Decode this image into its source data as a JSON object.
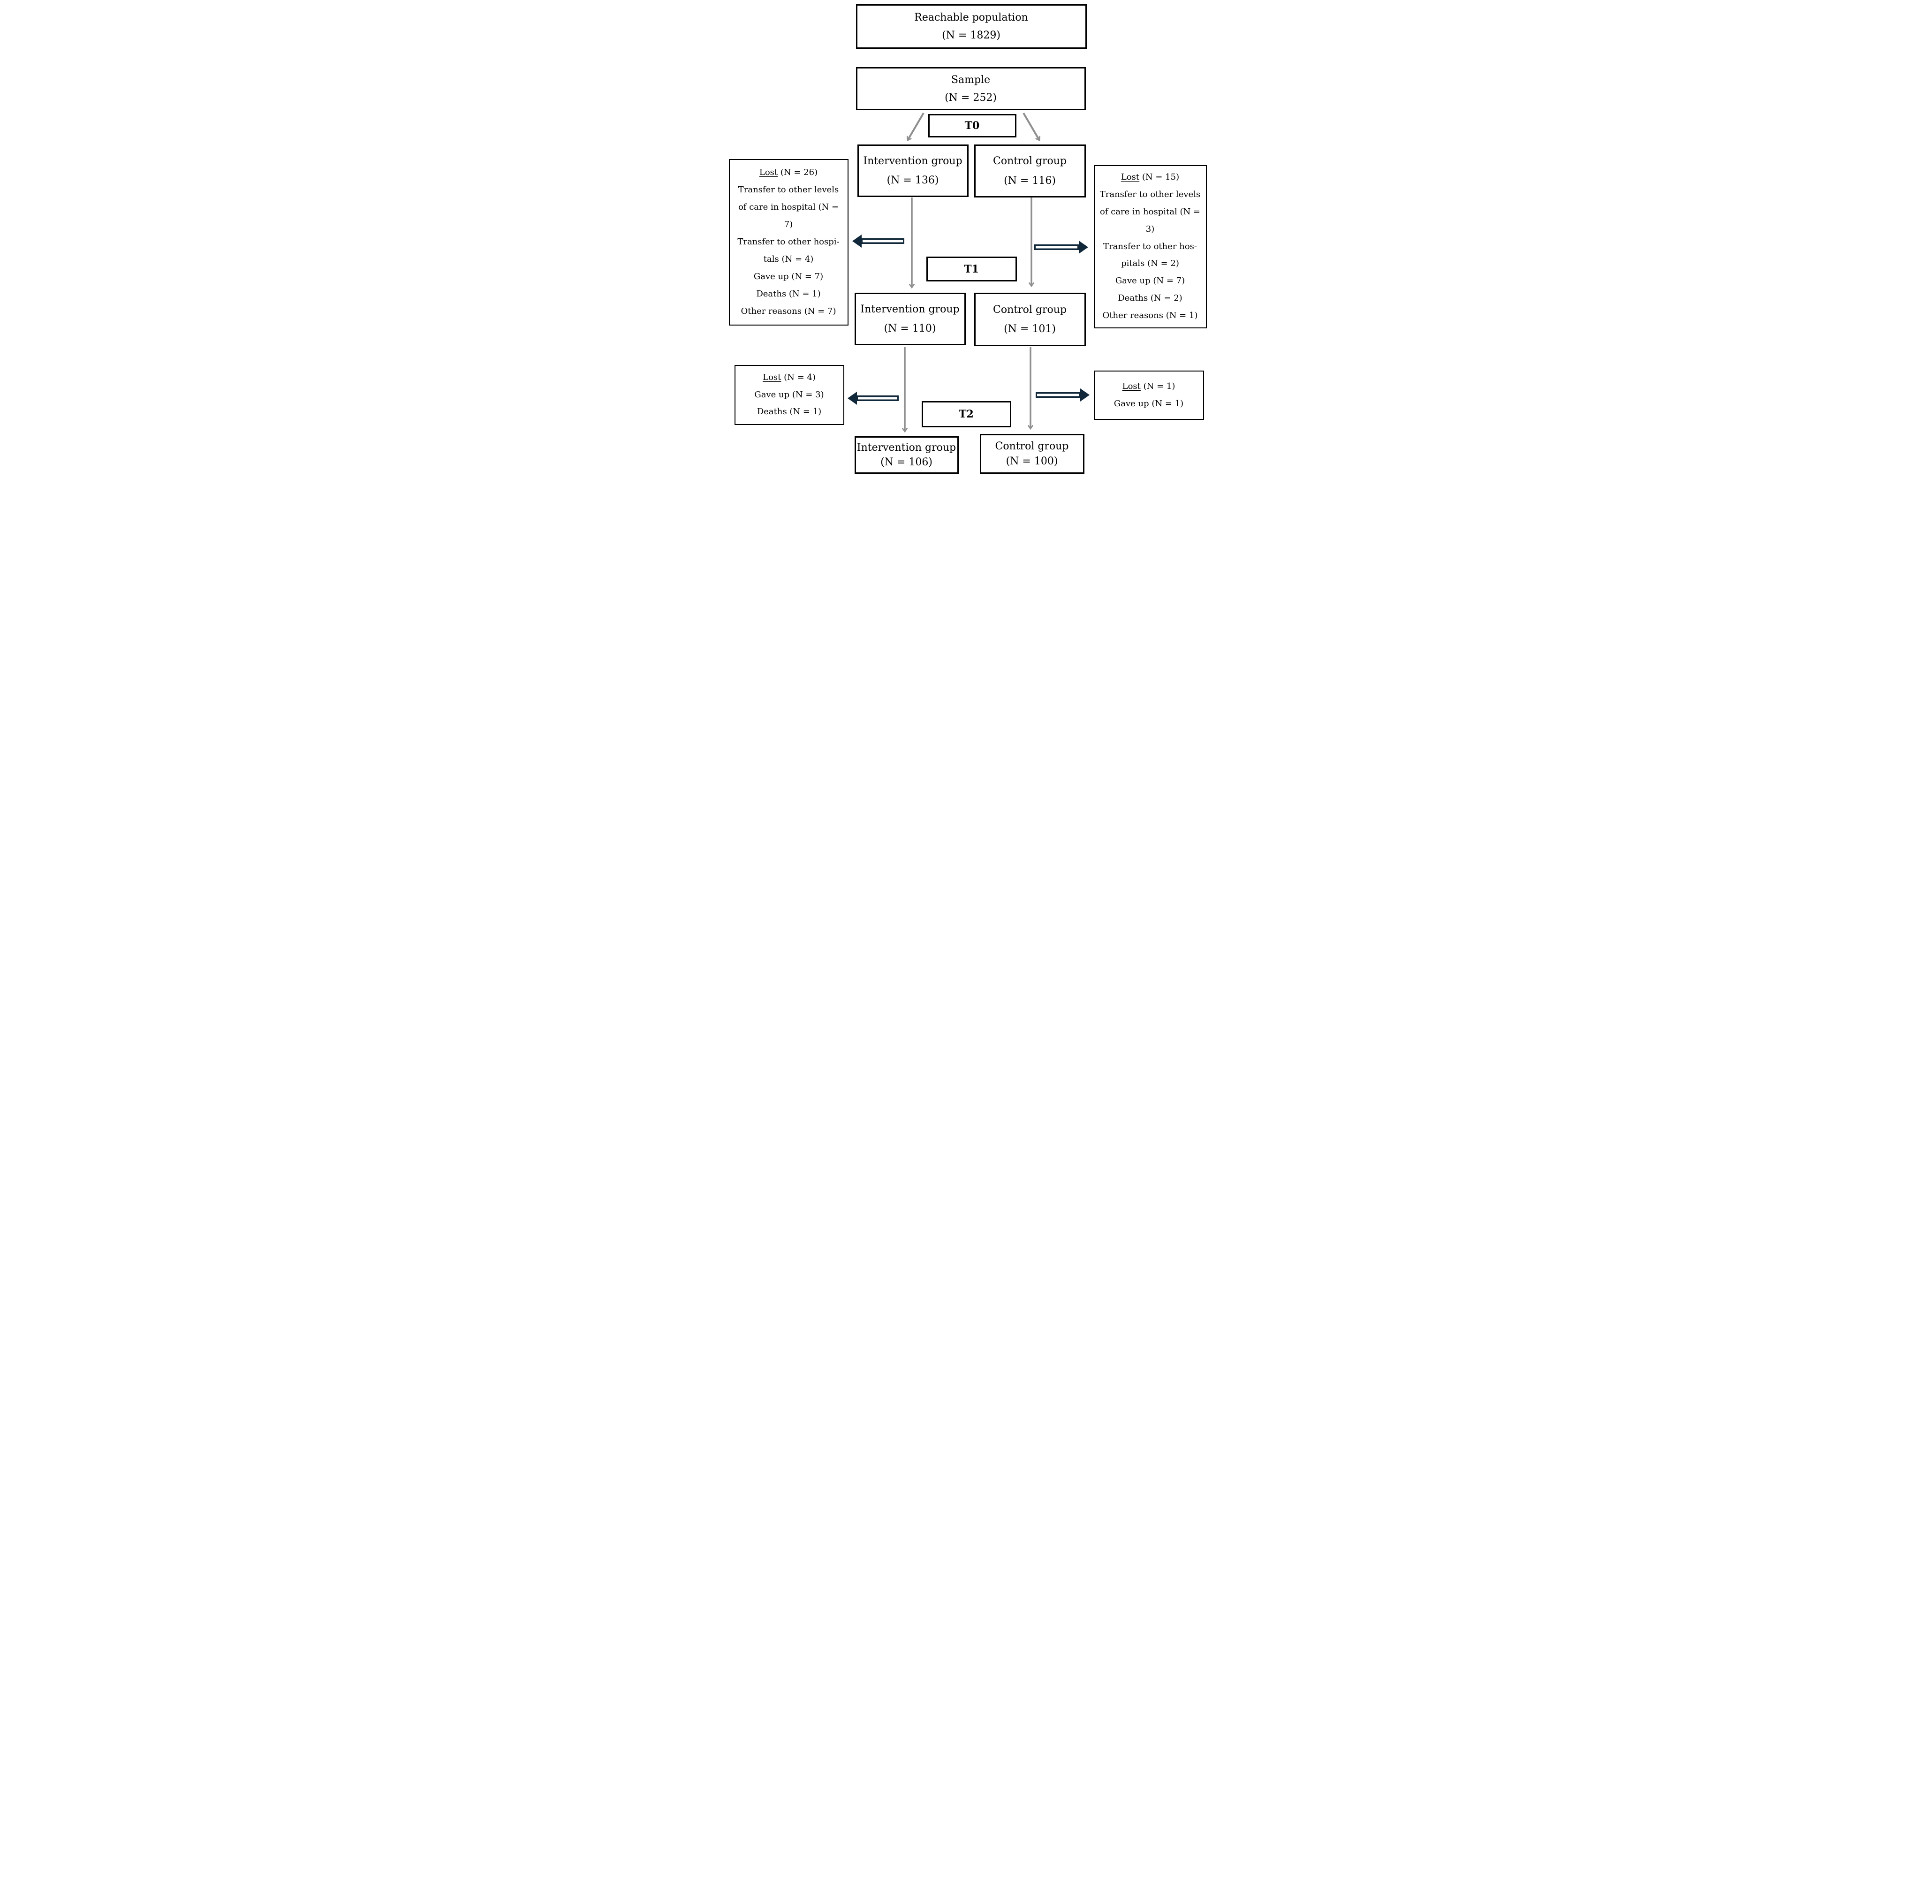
{
  "figure": {
    "population": {
      "label": "Reachable population",
      "n": "(N = 1829)"
    },
    "sample": {
      "label": "Sample",
      "n": "(N = 252)"
    },
    "t0": {
      "label": "T0",
      "intervention": {
        "label": "Intervention group",
        "n": "(N = 136)"
      },
      "control": {
        "label": "Control group",
        "n": "(N = 116)"
      }
    },
    "t1": {
      "label": "T1",
      "intervention": {
        "label": "Intervention group",
        "n": "(N = 110)"
      },
      "control": {
        "label": "Control group",
        "n": "(N = 101)"
      },
      "lost_intervention": {
        "title": "Lost",
        "title_n": " (N = 26)",
        "reasons": [
          "Transfer to other levels of care in hospital (N = 7)",
          "Transfer to other hospi­tals (N = 4)",
          "Gave up (N = 7)",
          "Deaths (N = 1)",
          "Other reasons (N = 7)"
        ]
      },
      "lost_control": {
        "title": "Lost",
        "title_n": " (N = 15)",
        "reasons": [
          "Transfer to other levels of care in hospital (N = 3)",
          "Transfer to other hos­pitals (N = 2)",
          "Gave up (N = 7)",
          "Deaths (N = 2)",
          "Other reasons (N = 1)"
        ]
      }
    },
    "t2": {
      "label": "T2",
      "intervention": {
        "label": "Intervention group",
        "n": "(N = 106)"
      },
      "control": {
        "label": "Control group",
        "n": "(N = 100)"
      },
      "lost_intervention": {
        "title": "Lost",
        "title_n": " (N = 4)",
        "reasons": [
          "Gave up (N = 3)",
          "Deaths (N = 1)"
        ]
      },
      "lost_control": {
        "title": "Lost",
        "title_n": " (N = 1)",
        "reasons": [
          "Gave up (N = 1)"
        ]
      }
    },
    "colors": {
      "connector_gray": "#8f8f8f",
      "double_arrow_navy": "#10283a",
      "box_border": "#000000"
    }
  }
}
